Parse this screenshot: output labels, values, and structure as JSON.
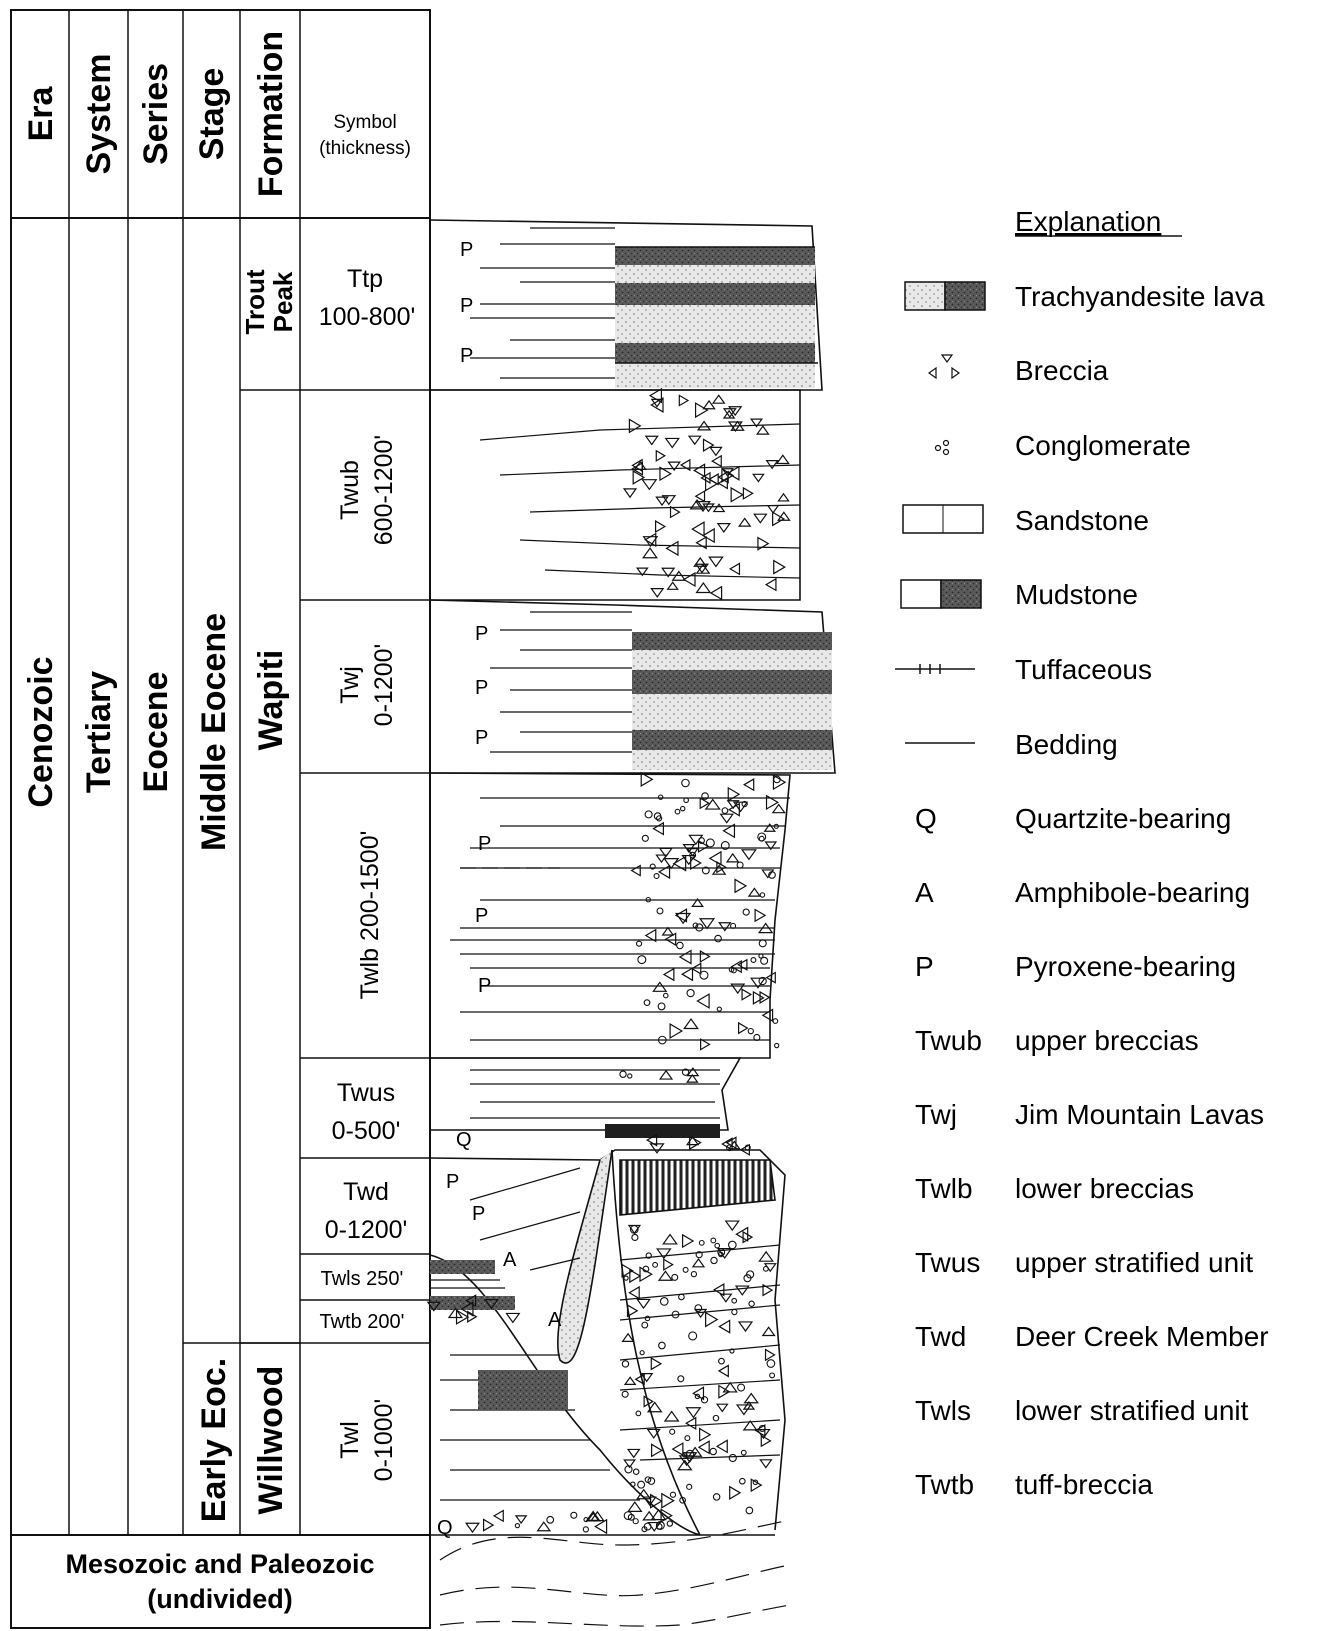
{
  "headers": {
    "era": "Era",
    "system": "System",
    "series": "Series",
    "stage": "Stage",
    "formation": "Formation",
    "symbol": [
      "Symbol",
      "(thickness)"
    ]
  },
  "columns": {
    "era": "Cenozoic",
    "system": "Tertiary",
    "series": "Eocene",
    "stage_middle": "Middle Eocene",
    "stage_early": "Early Eoc.",
    "formation_trout_peak": [
      "Trout",
      "Peak"
    ],
    "formation_wapiti": "Wapiti",
    "formation_willwood": "Willwood",
    "basement": [
      "Mesozoic and Paleozoic",
      "(undivided)"
    ]
  },
  "units": {
    "ttp": [
      "Ttp",
      "100-800'"
    ],
    "twub": [
      "Twub",
      "600-1200'"
    ],
    "twj": [
      "Twj",
      "0-1200'"
    ],
    "twlb": "Twlb 200-1500'",
    "twus": [
      "Twus",
      "0-500'"
    ],
    "twd": [
      "Twd",
      "0-1200'"
    ],
    "twls": "Twls 250'",
    "twtb": "Twtb 200'",
    "twl": [
      "Twl",
      "0-1000'"
    ]
  },
  "column_letters": {
    "pyroxene": "P",
    "amphibole": "A",
    "quartzite": "Q"
  },
  "legend": {
    "title": "Explanation",
    "patterns": [
      {
        "label": "Trachyandesite lava",
        "icon": "trachyandesite-swatch"
      },
      {
        "label": "Breccia",
        "icon": "breccia-triangles"
      },
      {
        "label": "Conglomerate",
        "icon": "conglomerate-circles"
      },
      {
        "label": "Sandstone",
        "icon": "sandstone-swatch"
      },
      {
        "label": "Mudstone",
        "icon": "mudstone-swatch"
      },
      {
        "label": "Tuffaceous",
        "icon": "tuffaceous-line"
      },
      {
        "label": "Bedding",
        "icon": "bedding-line"
      }
    ],
    "codes": [
      {
        "code": "Q",
        "label": "Quartzite-bearing"
      },
      {
        "code": "A",
        "label": "Amphibole-bearing"
      },
      {
        "code": "P",
        "label": "Pyroxene-bearing"
      },
      {
        "code": "Twub",
        "label": "upper breccias"
      },
      {
        "code": "Twj",
        "label": "Jim Mountain Lavas"
      },
      {
        "code": "Twlb",
        "label": "lower breccias"
      },
      {
        "code": "Twus",
        "label": "upper stratified unit"
      },
      {
        "code": "Twd",
        "label": "Deer Creek Member"
      },
      {
        "code": "Twls",
        "label": "lower stratified unit"
      },
      {
        "code": "Twtb",
        "label": "tuff-breccia"
      }
    ]
  }
}
